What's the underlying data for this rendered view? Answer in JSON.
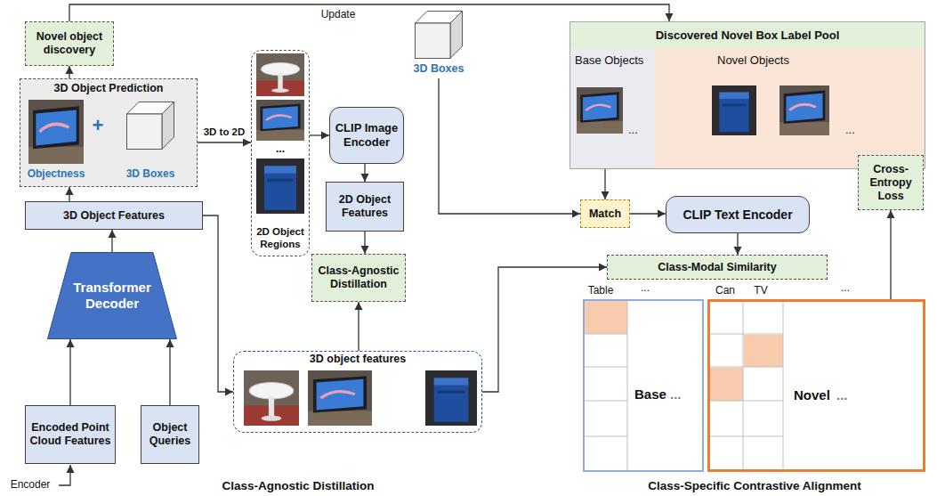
{
  "diagram": {
    "nodes": [
      {
        "text": [
          "Novel object discovery"
        ]
      },
      {
        "text": [
          "3D Object Prediction"
        ]
      },
      {
        "text": [
          "3D Object Features"
        ]
      },
      {
        "text": [
          "Transformer Decoder"
        ]
      },
      {
        "text": [
          "Encoded Point Cloud Features"
        ]
      },
      {
        "text": [
          "Object Queries"
        ]
      },
      {
        "text": [
          "2D Object Regions"
        ]
      },
      {
        "text": [
          "3D Boxes"
        ]
      },
      {
        "text": [
          "CLIP Image Encoder"
        ]
      },
      {
        "text": [
          "2D Object Features"
        ]
      },
      {
        "text": [
          "Class-Agnostic Distillation"
        ]
      },
      {
        "text": [
          "3D object features"
        ]
      },
      {
        "text": [
          "Discovered Novel Box Label Pool"
        ]
      },
      {
        "text": [
          "Base Objects",
          "..."
        ],
        "in": 12
      },
      {
        "text": [
          "Novel Objects",
          "..."
        ],
        "in": 12
      },
      {
        "text": [
          "Match"
        ]
      },
      {
        "text": [
          "CLIP Text Encoder"
        ]
      },
      {
        "text": [
          "Cross-Entropy Loss"
        ]
      },
      {
        "text": [
          "Class-Modal Similarity"
        ]
      },
      {
        "text": [
          "Base",
          "..."
        ]
      },
      {
        "text": [
          "Novel",
          "..."
        ]
      }
    ],
    "edges": [
      {
        "from": 0,
        "to": 12,
        "arrow": "to",
        "label": "Update"
      },
      {
        "from": 1,
        "to": 0,
        "arrow": "to"
      },
      {
        "from": 2,
        "to": 1,
        "arrow": "to"
      },
      {
        "from": 3,
        "to": 2,
        "arrow": "to"
      },
      {
        "from": 4,
        "to": 3,
        "arrow": "to"
      },
      {
        "from": 5,
        "to": 3,
        "arrow": "to"
      },
      {
        "from": 1,
        "to": 6,
        "arrow": "to",
        "label": "3D to 2D"
      },
      {
        "from": 6,
        "to": 8,
        "arrow": "to"
      },
      {
        "from": 8,
        "to": 9,
        "arrow": "to"
      },
      {
        "from": 9,
        "to": 10,
        "arrow": "to"
      },
      {
        "from": 11,
        "to": 10,
        "arrow": "to"
      },
      {
        "from": 2,
        "to": 11,
        "arrow": "to"
      },
      {
        "from": 7,
        "to": 15,
        "arrow": "to"
      },
      {
        "from": 13,
        "to": 15,
        "arrow": "to"
      },
      {
        "from": 15,
        "to": 16,
        "arrow": "to"
      },
      {
        "from": 16,
        "to": 18,
        "arrow": "to"
      },
      {
        "from": 11,
        "to": 18,
        "arrow": "to"
      },
      {
        "from": 20,
        "to": 17,
        "arrow": "to"
      }
    ],
    "labels": [
      "+",
      "Objectness",
      "3D Boxes",
      "...",
      "Encoder",
      "Class-Agnostic Distillation",
      "Table",
      "...",
      "Can",
      "TV",
      "...",
      "Class-Specific Contrastive Alignment"
    ]
  }
}
